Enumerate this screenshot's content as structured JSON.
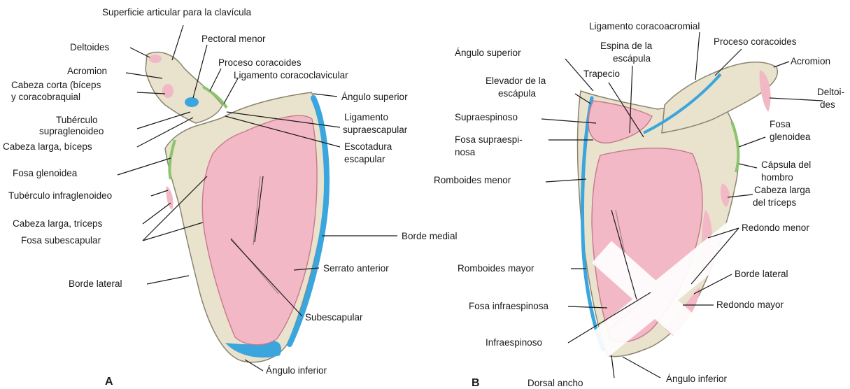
{
  "colors": {
    "bone": "#e9e2cd",
    "bone_dark": "#c9bfa2",
    "muscle": "#f3b8c5",
    "muscle_stroke": "#c8798c",
    "ligament": "#3aa6dd",
    "ligament_green": "#8bc46a",
    "watermark": "#ffffff"
  },
  "panels": {
    "a": "A",
    "b": "B"
  },
  "labels_a": {
    "superficie_articular": "Superficie articular para la clavícula",
    "deltoides": "Deltoides",
    "pectoral_menor": "Pectoral menor",
    "acromion": "Acromion",
    "proceso_coracoides": "Proceso coracoides",
    "ligamento_coracoclavicular": "Ligamento coracoclavicular",
    "cabeza_corta_1": "Cabeza corta (bíceps",
    "cabeza_corta_2": "y coracobraquial",
    "angulo_superior": "Ángulo superior",
    "tuberculo_supra_1": "Tubérculo",
    "tuberculo_supra_2": "supraglenoideo",
    "ligamento_supra_1": "Ligamento",
    "ligamento_supra_2": "supraescapular",
    "cabeza_larga_biceps": "Cabeza larga, bíceps",
    "escotadura_1": "Escotadura",
    "escotadura_2": "escapular",
    "fosa_glenoidea": "Fosa glenoidea",
    "tuberculo_infra": "Tubérculo infraglenoideo",
    "cabeza_larga_triceps": "Cabeza larga, tríceps",
    "fosa_subescapular": "Fosa subescapular",
    "borde_medial": "Borde medial",
    "serrato_anterior": "Serrato anterior",
    "borde_lateral": "Borde lateral",
    "subescapular": "Subescapular",
    "angulo_inferior": "Ángulo inferior"
  },
  "labels_b": {
    "ligamento_coracoacromial": "Ligamento coracoacromial",
    "espina_1": "Espina de la",
    "espina_2": "escápula",
    "proceso_coracoides": "Proceso coracoides",
    "angulo_superior": "Ángulo superior",
    "acromion": "Acromion",
    "elevador_1": "Elevador de la",
    "elevador_2": "escápula",
    "trapecio": "Trapecio",
    "deltoides_1": "Deltoi-",
    "deltoides_2": "des",
    "supraespinoso": "Supraespinoso",
    "fosa_glenoidea_1": "Fosa",
    "fosa_glenoidea_2": "glenoidea",
    "fosa_supra_1": "Fosa supraespi-",
    "fosa_supra_2": "nosa",
    "capsula_1": "Cápsula del",
    "capsula_2": "hombro",
    "romboides_menor": "Romboides menor",
    "cabeza_larga_1": "Cabeza larga",
    "cabeza_larga_2": "del tríceps",
    "redondo_menor": "Redondo menor",
    "romboides_mayor": "Romboides mayor",
    "borde_lateral": "Borde lateral",
    "fosa_infra": "Fosa infraespinosa",
    "redondo_mayor": "Redondo mayor",
    "infraespinoso": "Infraespinoso",
    "dorsal_ancho": "Dorsal ancho",
    "angulo_inferior": "Ángulo inferior"
  }
}
